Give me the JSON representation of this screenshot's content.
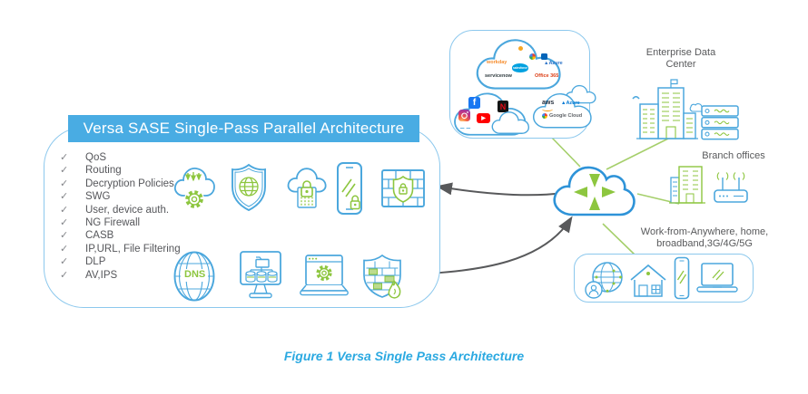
{
  "figure": {
    "caption": "Figure 1 Versa Single Pass Architecture"
  },
  "left_panel": {
    "title": "Versa SASE Single-Pass Parallel Architecture",
    "check_glyph": "✓",
    "features": [
      "QoS",
      "Routing",
      "Decryption Policies",
      "SWG",
      "User, device auth.",
      "NG Firewall",
      "CASB",
      "IP,URL, File Filtering",
      "DLP",
      "AV,IPS"
    ],
    "pipeline_top_icons": [
      "cloud-policy-gear",
      "shield-web-globe",
      "cloud-auth-lock",
      "mobile-device-lock",
      "firewall-brick-lock"
    ],
    "pipeline_bottom_icons": [
      "dns-globe",
      "server-management-monitor",
      "browser-gear-laptop",
      "firewall-shield-flame"
    ],
    "dns_label": "DNS"
  },
  "cloud_services": {
    "saas_cloud_logos": [
      "workday",
      "salesforce",
      "Azure",
      "servicenow",
      "Office 365"
    ],
    "consumer_cloud_logos": [
      "f",
      "N",
      "▶"
    ],
    "consumer_cloud_ellipsis": "‒ ‒",
    "public_cloud_logos": [
      "aws",
      "Azure",
      "Google Cloud"
    ]
  },
  "sites": {
    "enterprise_dc_label_line1": "Enterprise Data",
    "enterprise_dc_label_line2": "Center",
    "branch_offices_label": "Branch offices",
    "wfa_label_line1": "Work-from-Anywhere, home,",
    "wfa_label_line2": "broadband,3G/4G/5G"
  },
  "colors": {
    "outline_blue": "#8CC8ED",
    "icon_blue": "#4BA7DD",
    "deep_blue": "#2E93D8",
    "green": "#8DC63F",
    "header_blue": "#49ACE3",
    "text_gray": "#58595B",
    "caption_blue": "#2BA9E1"
  }
}
